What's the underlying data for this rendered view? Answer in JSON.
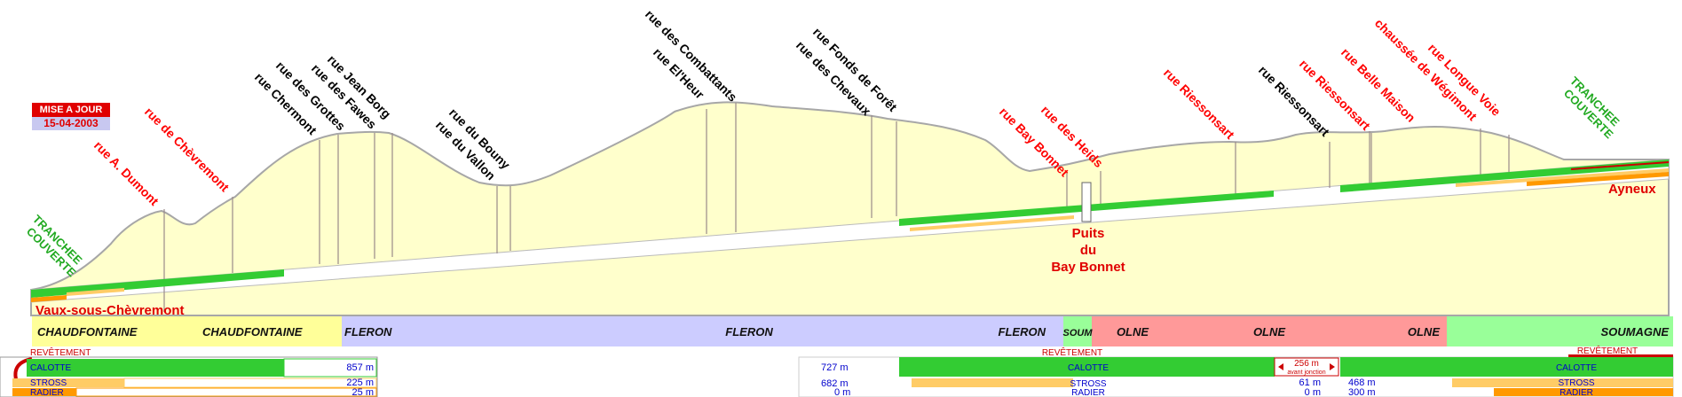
{
  "update_badge": {
    "label": "MISE A JOUR",
    "date": "15-04-2003"
  },
  "streets": [
    {
      "text": "rue A. Dumont",
      "color": "red"
    },
    {
      "text": "rue de Chèvremont",
      "color": "red"
    },
    {
      "text": "rue Chermont",
      "color": "black"
    },
    {
      "text": "rue des Grottes",
      "color": "black"
    },
    {
      "text": "rue des Fawes",
      "color": "black"
    },
    {
      "text": "rue Jean Borg",
      "color": "black"
    },
    {
      "text": "rue du Vallon",
      "color": "black"
    },
    {
      "text": "rue du Bouny",
      "color": "black"
    },
    {
      "text": "rue El'Heur",
      "color": "black"
    },
    {
      "text": "rue des Combattants",
      "color": "black"
    },
    {
      "text": "rue des Chevaux",
      "color": "black"
    },
    {
      "text": "rue Fonds de Forêt",
      "color": "black"
    },
    {
      "text": "rue Bay Bonnet",
      "color": "red"
    },
    {
      "text": "rue des Heids",
      "color": "red"
    },
    {
      "text": "rue Riessonsart",
      "color": "red"
    },
    {
      "text": "rue Riessonsart",
      "color": "black"
    },
    {
      "text": "rue Riessonsart",
      "color": "red"
    },
    {
      "text": "rue Belle Maison",
      "color": "red"
    },
    {
      "text": "chaussée de Wégimont",
      "color": "red"
    },
    {
      "text": "rue Longue Voie",
      "color": "red"
    }
  ],
  "tranchee_left": [
    "TRANCHEE",
    "COUVERTE"
  ],
  "tranchee_right": [
    "TRANCHEE",
    "COUVERTE"
  ],
  "place_vaux": "Vaux-sous-Chèvremont",
  "place_ayneux": "Ayneux",
  "puits": [
    "Puits",
    "du",
    "Bay Bonnet"
  ],
  "communes": [
    {
      "label": "CHAUDFONTAINE",
      "color": "#ffff99"
    },
    {
      "label": "CHAUDFONTAINE",
      "color": "#ffff99"
    },
    {
      "label": "FLERON",
      "color": "#ccccff"
    },
    {
      "label": "FLERON",
      "color": "#ccccff"
    },
    {
      "label": "FLERON",
      "color": "#ccccff"
    },
    {
      "label": "SOUM",
      "color": "#99ff99"
    },
    {
      "label": "OLNE",
      "color": "#ff9999"
    },
    {
      "label": "OLNE",
      "color": "#ff9999"
    },
    {
      "label": "OLNE",
      "color": "#ff9999"
    },
    {
      "label": "SOUMAGNE",
      "color": "#99ff99"
    }
  ],
  "progress": {
    "revetement": "REVÊTEMENT",
    "calotte": "CALOTTE",
    "stross": "STROSS",
    "radier": "RADIER",
    "left_calotte": "857 m",
    "left_stross": "225 m",
    "left_radier": "25 m",
    "mid_calotte": "727 m",
    "mid_stross": "682 m",
    "mid_radier": "0 m",
    "junction_stross": "61 m",
    "junction_radier": "0 m",
    "right_stross": "468 m",
    "right_radier": "300 m",
    "gap_value": "256 m",
    "gap_note": "avant jonction"
  },
  "colors": {
    "calotte": "#33cc33",
    "stross": "#ffcc66",
    "radier": "#ff9900",
    "revetement": "#cc0000",
    "street_red": "#ff0000",
    "terrain_fill": "#ffffcc"
  }
}
